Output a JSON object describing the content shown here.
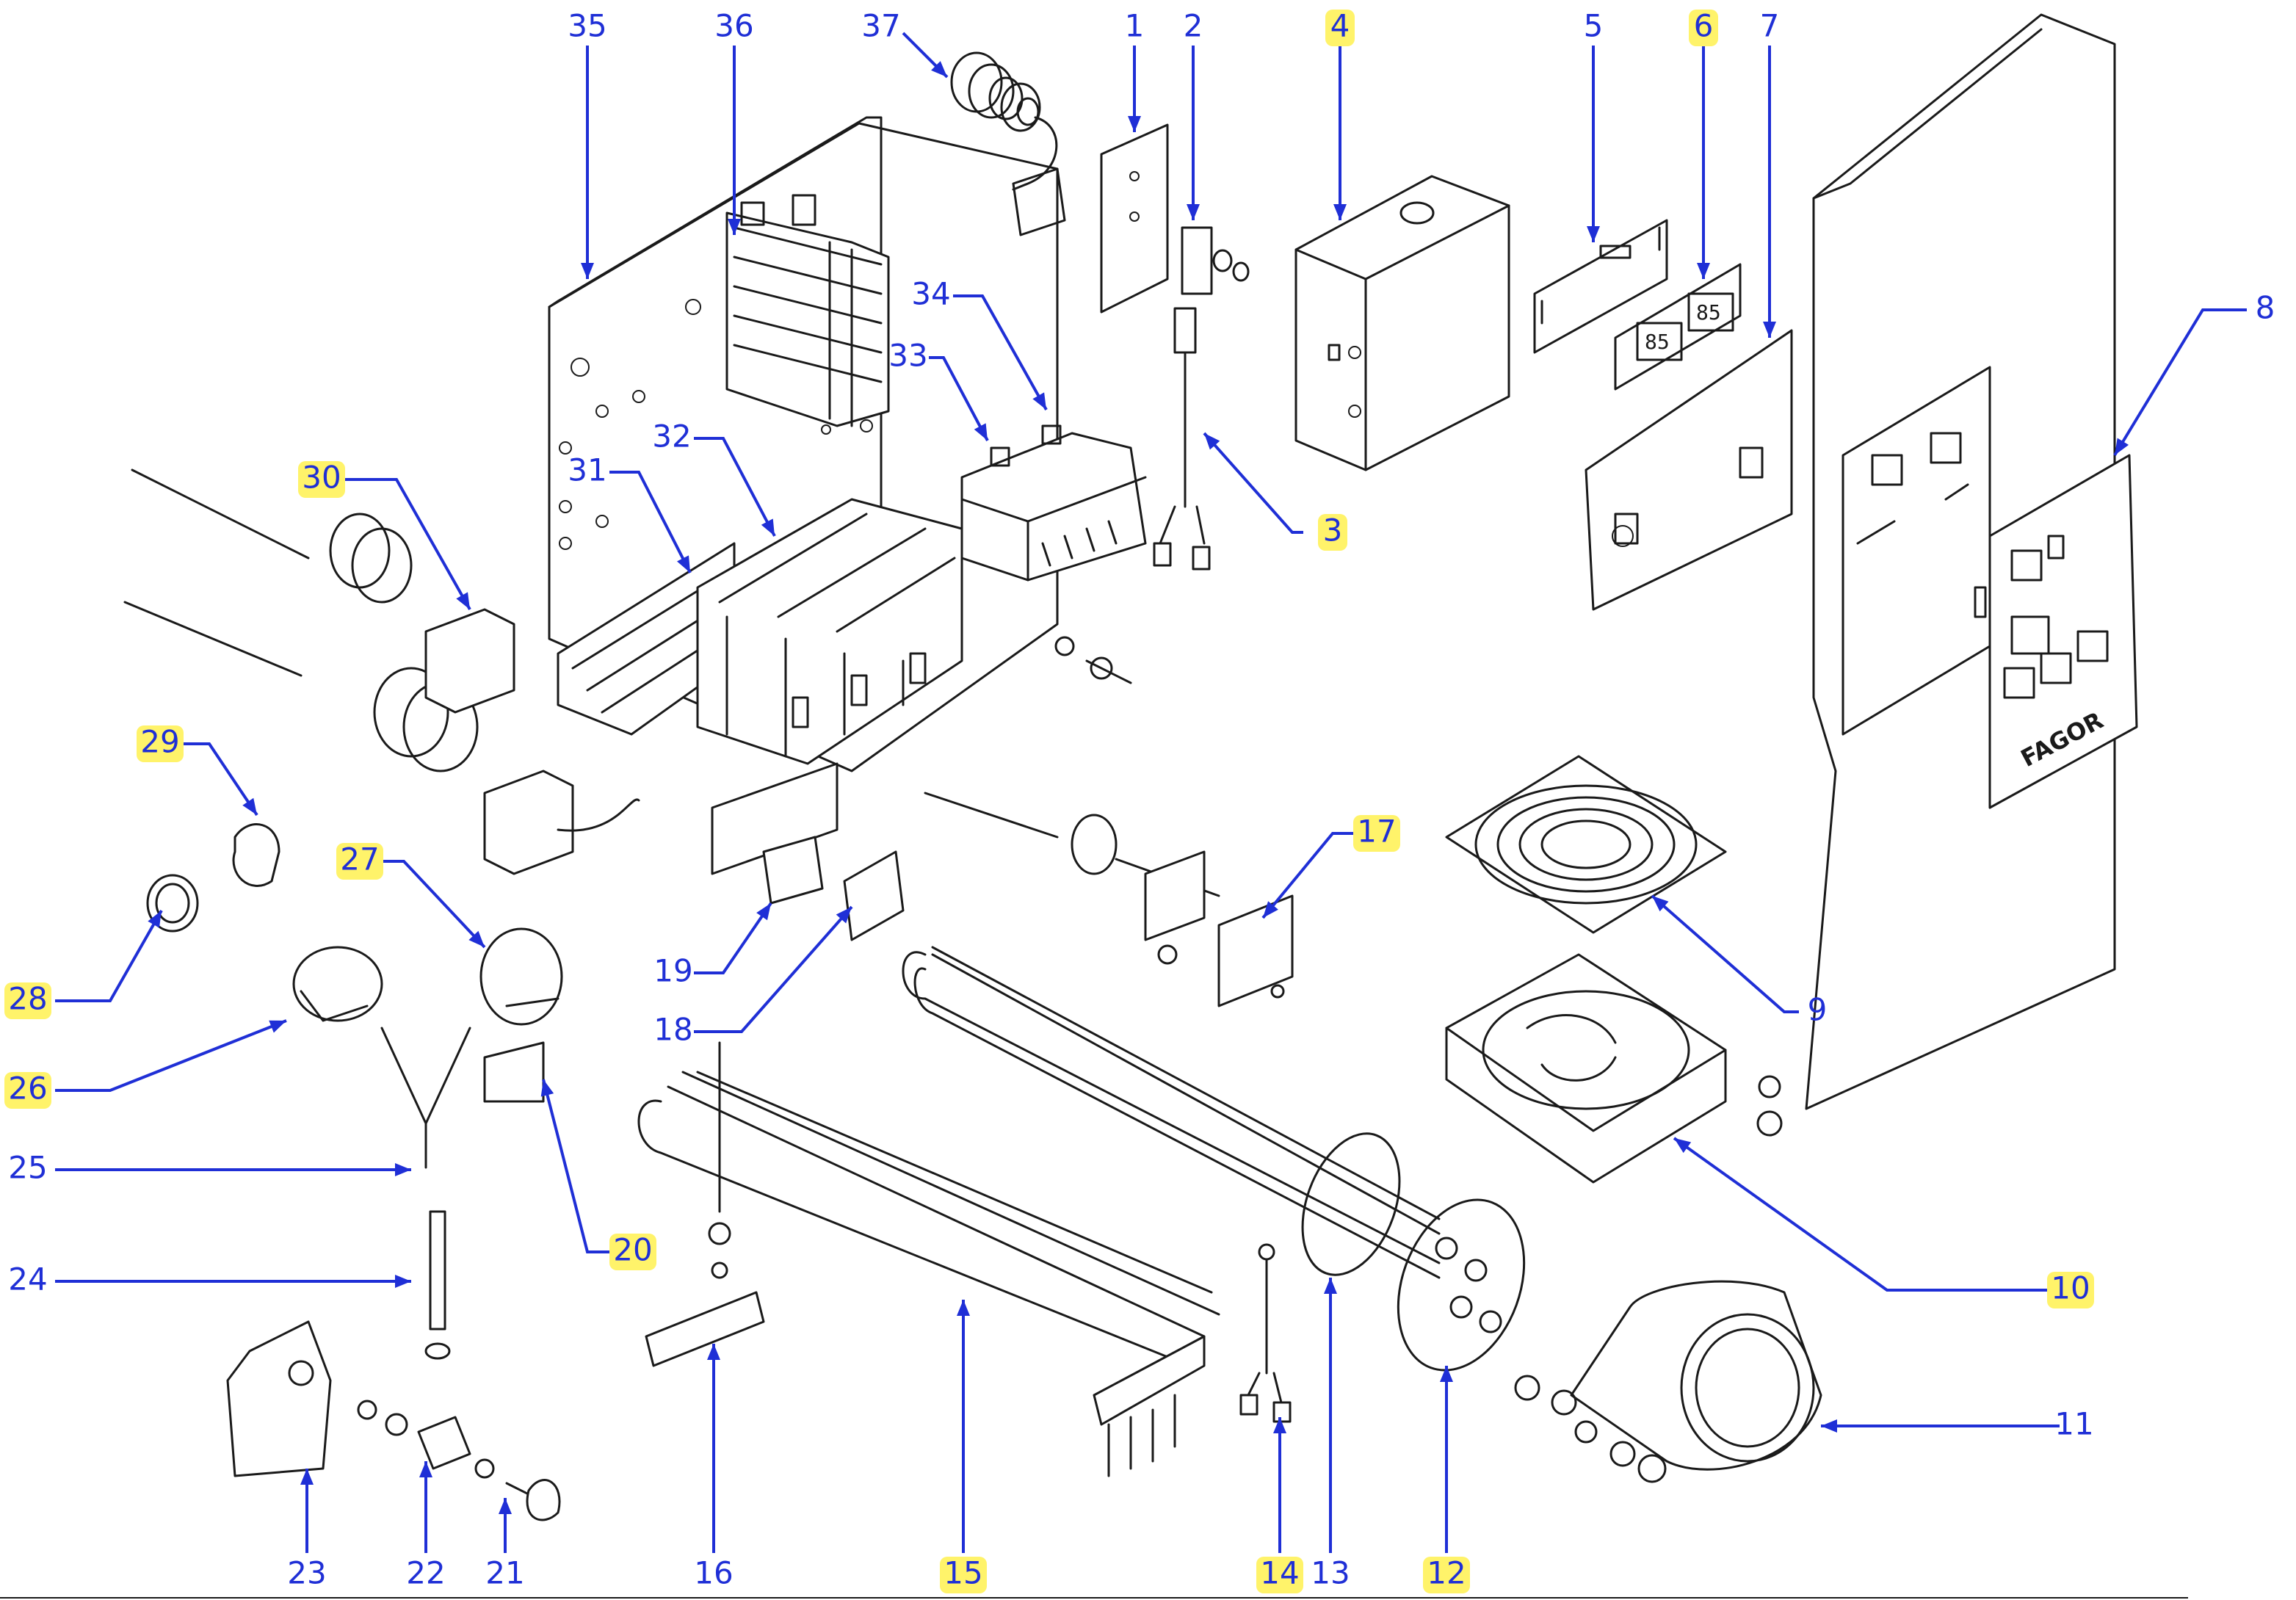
{
  "diagram": {
    "callouts": [
      {
        "id": "1",
        "label": "1",
        "highlighted": false
      },
      {
        "id": "2",
        "label": "2",
        "highlighted": false
      },
      {
        "id": "3",
        "label": "3",
        "highlighted": true
      },
      {
        "id": "4",
        "label": "4",
        "highlighted": true
      },
      {
        "id": "5",
        "label": "5",
        "highlighted": false
      },
      {
        "id": "6",
        "label": "6",
        "highlighted": true
      },
      {
        "id": "7",
        "label": "7",
        "highlighted": false
      },
      {
        "id": "8",
        "label": "8",
        "highlighted": false
      },
      {
        "id": "9",
        "label": "9",
        "highlighted": false
      },
      {
        "id": "10",
        "label": "10",
        "highlighted": true
      },
      {
        "id": "11",
        "label": "11",
        "highlighted": false
      },
      {
        "id": "12",
        "label": "12",
        "highlighted": true
      },
      {
        "id": "13",
        "label": "13",
        "highlighted": false
      },
      {
        "id": "14",
        "label": "14",
        "highlighted": true
      },
      {
        "id": "15",
        "label": "15",
        "highlighted": true
      },
      {
        "id": "16",
        "label": "16",
        "highlighted": false
      },
      {
        "id": "17",
        "label": "17",
        "highlighted": true
      },
      {
        "id": "18",
        "label": "18",
        "highlighted": false
      },
      {
        "id": "19",
        "label": "19",
        "highlighted": false
      },
      {
        "id": "20",
        "label": "20",
        "highlighted": true
      },
      {
        "id": "21",
        "label": "21",
        "highlighted": false
      },
      {
        "id": "22",
        "label": "22",
        "highlighted": false
      },
      {
        "id": "23",
        "label": "23",
        "highlighted": false
      },
      {
        "id": "24",
        "label": "24",
        "highlighted": false
      },
      {
        "id": "25",
        "label": "25",
        "highlighted": false
      },
      {
        "id": "26",
        "label": "26",
        "highlighted": true
      },
      {
        "id": "27",
        "label": "27",
        "highlighted": true
      },
      {
        "id": "28",
        "label": "28",
        "highlighted": true
      },
      {
        "id": "29",
        "label": "29",
        "highlighted": true
      },
      {
        "id": "30",
        "label": "30",
        "highlighted": true
      },
      {
        "id": "31",
        "label": "31",
        "highlighted": false
      },
      {
        "id": "32",
        "label": "32",
        "highlighted": false
      },
      {
        "id": "33",
        "label": "33",
        "highlighted": false
      },
      {
        "id": "34",
        "label": "34",
        "highlighted": false
      },
      {
        "id": "35",
        "label": "35",
        "highlighted": false
      },
      {
        "id": "36",
        "label": "36",
        "highlighted": false
      },
      {
        "id": "37",
        "label": "37",
        "highlighted": false
      }
    ],
    "panel_logo_text": "FAGOR",
    "counter_digits": [
      "85",
      "85"
    ]
  },
  "colors": {
    "leader_line": "#1f2fd6",
    "label_text": "#1f2fd6",
    "highlight": "#fff36a",
    "part_stroke": "#1a1a1a",
    "background": "#ffffff"
  }
}
